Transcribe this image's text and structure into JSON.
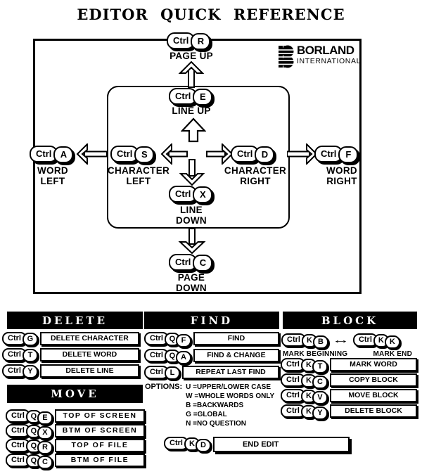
{
  "title": "EDITOR QUICK REFERENCE",
  "logo": {
    "brand": "BORLAND",
    "subtitle": "INTERNATIONAL"
  },
  "diagram": {
    "page_up": {
      "keys": [
        "Ctrl",
        "R"
      ],
      "label": "PAGE UP"
    },
    "line_up": {
      "keys": [
        "Ctrl",
        "E"
      ],
      "label": "LINE UP"
    },
    "word_left": {
      "keys": [
        "Ctrl",
        "A"
      ],
      "label": "WORD\nLEFT"
    },
    "char_left": {
      "keys": [
        "Ctrl",
        "S"
      ],
      "label": "CHARACTER\nLEFT"
    },
    "char_right": {
      "keys": [
        "Ctrl",
        "D"
      ],
      "label": "CHARACTER\nRIGHT"
    },
    "word_right": {
      "keys": [
        "Ctrl",
        "F"
      ],
      "label": "WORD\nRIGHT"
    },
    "line_down": {
      "keys": [
        "Ctrl",
        "X"
      ],
      "label": "LINE\nDOWN"
    },
    "page_down": {
      "keys": [
        "Ctrl",
        "C"
      ],
      "label": "PAGE\nDOWN"
    }
  },
  "sections": {
    "delete": {
      "header": "DELETE",
      "rows": [
        {
          "keys": [
            "Ctrl",
            "G"
          ],
          "label": "DELETE CHARACTER"
        },
        {
          "keys": [
            "Ctrl",
            "T"
          ],
          "label": "DELETE WORD"
        },
        {
          "keys": [
            "Ctrl",
            "Y"
          ],
          "label": "DELETE LINE"
        }
      ]
    },
    "find": {
      "header": "FIND",
      "rows": [
        {
          "keys": [
            "Ctrl",
            "Q",
            "F"
          ],
          "label": "FIND"
        },
        {
          "keys": [
            "Ctrl",
            "Q",
            "A"
          ],
          "label": "FIND & CHANGE"
        },
        {
          "keys": [
            "Ctrl",
            "L"
          ],
          "label": "REPEAT LAST FIND"
        }
      ],
      "options": {
        "label": "OPTIONS:",
        "items": [
          "U =UPPER/LOWER CASE",
          "W =WHOLE WORDS ONLY",
          "B =BACKWARDS",
          "G =GLOBAL",
          "N =NO QUESTION"
        ]
      }
    },
    "block": {
      "header": "BLOCK",
      "mark": {
        "begin_keys": [
          "Ctrl",
          "K",
          "B"
        ],
        "begin_label": "MARK BEGINNING",
        "arrow_icon": "↔",
        "end_keys": [
          "Ctrl",
          "K",
          "K"
        ],
        "end_label": "MARK END"
      },
      "rows": [
        {
          "keys": [
            "Ctrl",
            "K",
            "T"
          ],
          "label": "MARK WORD"
        },
        {
          "keys": [
            "Ctrl",
            "K",
            "C"
          ],
          "label": "COPY BLOCK"
        },
        {
          "keys": [
            "Ctrl",
            "K",
            "V"
          ],
          "label": "MOVE BLOCK"
        },
        {
          "keys": [
            "Ctrl",
            "K",
            "Y"
          ],
          "label": "DELETE BLOCK"
        }
      ]
    },
    "move": {
      "header": "MOVE",
      "rows": [
        {
          "keys": [
            "Ctrl",
            "Q",
            "E"
          ],
          "label": "TOP OF SCREEN"
        },
        {
          "keys": [
            "Ctrl",
            "Q",
            "X"
          ],
          "label": "BTM OF SCREEN"
        },
        {
          "keys": [
            "Ctrl",
            "Q",
            "R"
          ],
          "label": "TOP OF FILE"
        },
        {
          "keys": [
            "Ctrl",
            "Q",
            "C"
          ],
          "label": "BTM OF FILE"
        }
      ]
    },
    "end_edit": {
      "keys": [
        "Ctrl",
        "K",
        "D"
      ],
      "label": "END EDIT"
    }
  },
  "colors": {
    "ink": "#000000",
    "paper": "#ffffff"
  }
}
